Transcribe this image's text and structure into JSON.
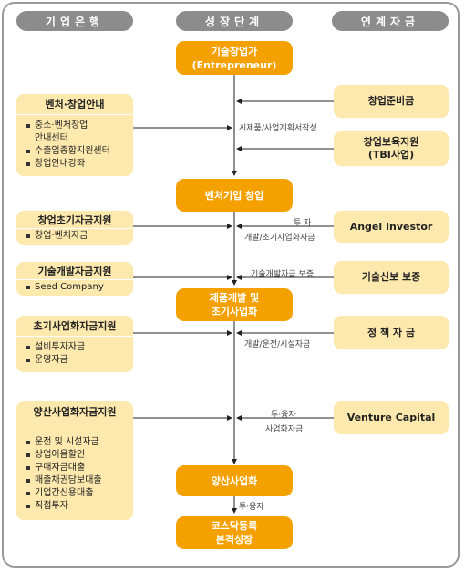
{
  "headers": {
    "bank": "기업은행",
    "growth": "성장단계",
    "funds": "연계자금"
  },
  "growth_stages": {
    "entrepreneur": "기술창업가\n(Entrepreneur)",
    "venture_startup": "벤처기업 창업",
    "product_dev": "제품개발 및\n초기사업화",
    "mass_production": "양산사업화",
    "kosdaq": "코스닥등록\n본격성장"
  },
  "bank_programs": {
    "venture_guide": {
      "title": "벤처·창업안내",
      "items": [
        "중소·벤처창업\n안내센터",
        "수출입종합지원센터",
        "창업안내강좌"
      ]
    },
    "startup_fund": {
      "title": "창업초기자금지원",
      "items": [
        "창업·벤처자금"
      ]
    },
    "tech_dev": {
      "title": "기술개발자금지원",
      "items": [
        "Seed Company"
      ]
    },
    "early_commercial": {
      "title": "초기사업화자금지원",
      "items": [
        "설비투자자금",
        "운영자금"
      ]
    },
    "mass_commercial": {
      "title": "양산사업화자금지원",
      "items": [
        "운전 및 시설자금",
        "상업어음할인",
        "구매자금대출",
        "매출채권담보대출",
        "기업간신용대출",
        "직접투자"
      ]
    }
  },
  "linked_funds": {
    "startup_prep": "창업준비금",
    "incubation": "창업보육지원\n(TBI사업)",
    "angel": "Angel Investor",
    "tech_guarantee": "기술신보 보증",
    "policy": "정 책 자 금",
    "vc": "Venture Capital"
  },
  "flow_labels": {
    "prototype": "시제품/사업계획서작성",
    "invest": "투  자",
    "dev_early": "개발/초기사업화자금",
    "tech_guarantee_flow": "기술개발자금 보증",
    "dev_ops": "개발/운전/시설자금",
    "invest_loan": "투·융자",
    "commercial_fund": "사업화자금",
    "invest_loan_bottom": "투·융자"
  },
  "colors": {
    "header_gray": "#8c8c8c",
    "stage_orange": "#f4a100",
    "box_yellow": "#fde8ad"
  }
}
